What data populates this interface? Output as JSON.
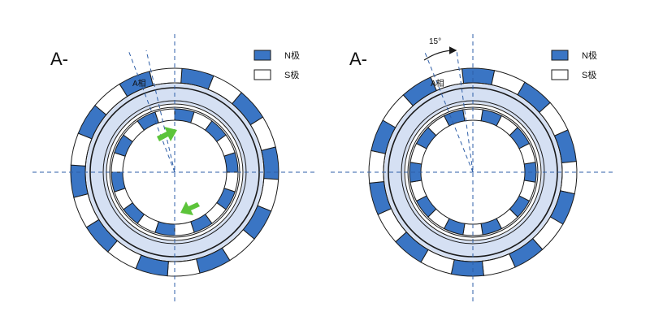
{
  "colors": {
    "n_pole": "#3a75c4",
    "s_pole": "#ffffff",
    "outline": "#1a1a1a",
    "band": "#d5e0f3",
    "axis": "#2f5fa8",
    "arrow": "#5cc43a"
  },
  "left": {
    "title": "A-",
    "phase_label": "A相",
    "legend": {
      "n_label": "N极",
      "s_label": "S极"
    }
  },
  "right": {
    "title": "A-",
    "phase_label": "A相",
    "angle_label": "15°",
    "legend": {
      "n_label": "N极",
      "s_label": "S极"
    }
  }
}
